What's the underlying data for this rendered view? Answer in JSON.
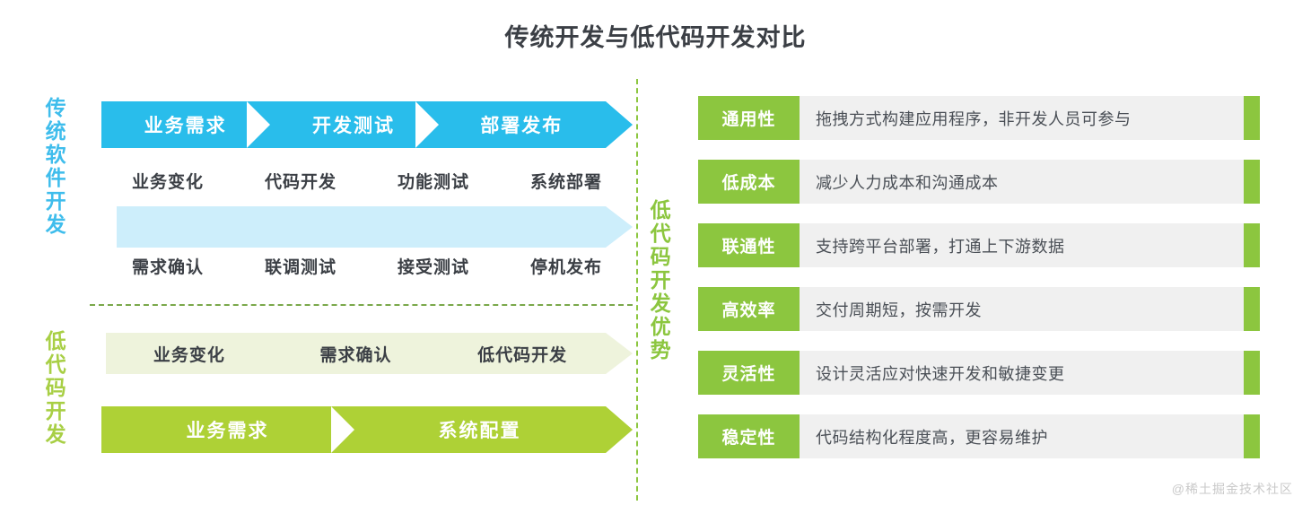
{
  "title": "传统开发与低代码开发对比",
  "colors": {
    "cyan": "#29bdeb",
    "pale_cyan": "#cdeefb",
    "green": "#aed136",
    "tag_green": "#8cc63f",
    "pale_green": "#eef3dc",
    "text_dark": "#3b3f45",
    "row_bg": "#f0f0f0",
    "watermark": "#c9c9c9"
  },
  "left": {
    "traditional": {
      "vertical_label": "传统软件开发",
      "arrow_steps": [
        "业务需求",
        "开发测试",
        "部署发布"
      ],
      "row_upper": [
        "业务变化",
        "代码开发",
        "功能测试",
        "系统部署"
      ],
      "row_lower": [
        "需求确认",
        "联调测试",
        "接受测试",
        "停机发布"
      ],
      "band_labels": []
    },
    "lowcode": {
      "vertical_label": "低代码开发",
      "band_labels": [
        "业务变化",
        "需求确认",
        "低代码开发"
      ],
      "arrow_steps": [
        "业务需求",
        "系统配置"
      ]
    }
  },
  "right": {
    "vertical_label": "低代码开发优势",
    "advantages": [
      {
        "tag": "通用性",
        "desc": "拖拽方式构建应用程序，非开发人员可参与"
      },
      {
        "tag": "低成本",
        "desc": "减少人力成本和沟通成本"
      },
      {
        "tag": "联通性",
        "desc": "支持跨平台部署，打通上下游数据"
      },
      {
        "tag": "高效率",
        "desc": "交付周期短，按需开发"
      },
      {
        "tag": "灵活性",
        "desc": "设计灵活应对快速开发和敏捷变更"
      },
      {
        "tag": "稳定性",
        "desc": "代码结构化程度高，更容易维护"
      }
    ]
  },
  "watermark": "@稀土掘金技术社区"
}
